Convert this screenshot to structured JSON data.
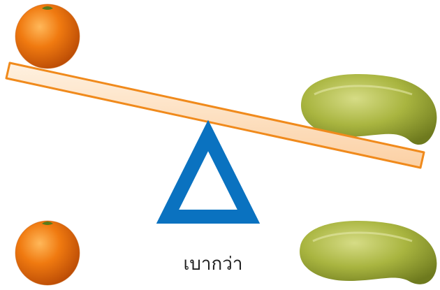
{
  "caption": "เบากว่า",
  "objects": [
    {
      "id": "orange-top",
      "kind": "orange"
    },
    {
      "id": "mango-top",
      "kind": "mango"
    },
    {
      "id": "orange-bottom",
      "kind": "orange"
    },
    {
      "id": "mango-bottom",
      "kind": "mango"
    }
  ],
  "colors": {
    "beam_fill": "#FDE3C8",
    "beam_stroke": "#F08A1C",
    "fulcrum": "#0A72C0",
    "orange": "#F07A10",
    "mango": "#A9B540"
  }
}
